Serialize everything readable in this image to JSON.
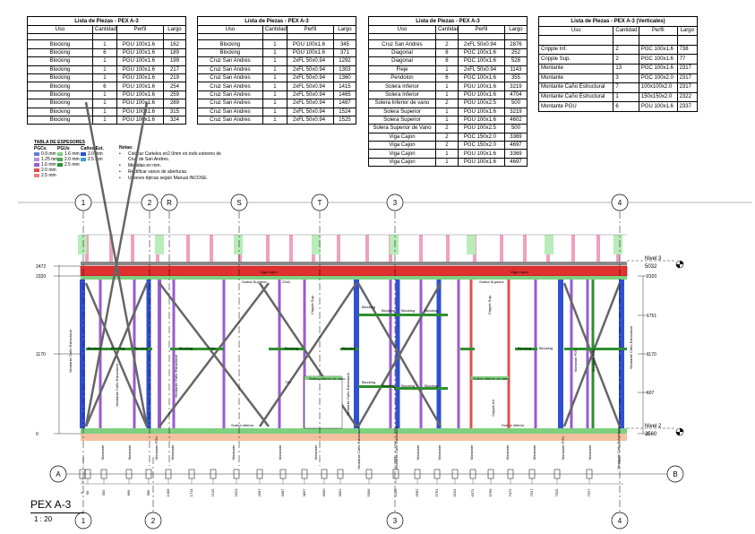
{
  "tables": [
    {
      "title": "Lista de Piezas - PEX A-3",
      "headers": [
        "Uso",
        "Cantidad",
        "Perfil",
        "Largo"
      ],
      "rows": [
        [
          "Blocking",
          "1",
          "PGU 100x1.6",
          "162"
        ],
        [
          "Blocking",
          "6",
          "PGU 100x1.6",
          "189"
        ],
        [
          "Blocking",
          "1",
          "PGU 100x1.6",
          "199"
        ],
        [
          "Blocking",
          "1",
          "PGU 100x1.6",
          "217"
        ],
        [
          "Blocking",
          "1",
          "PGU 100x1.6",
          "219"
        ],
        [
          "Blocking",
          "6",
          "PGU 100x1.6",
          "254"
        ],
        [
          "Blocking",
          "1",
          "PGU 100x1.6",
          "259"
        ],
        [
          "Blocking",
          "1",
          "PGU 100x1.6",
          "289"
        ],
        [
          "Blocking",
          "1",
          "PGU 100x1.6",
          "315"
        ],
        [
          "Blocking",
          "1",
          "PGU 100x1.6",
          "324"
        ]
      ]
    },
    {
      "title": "Lista de Piezas - PEX A-3",
      "headers": [
        "Uso",
        "Cantidad",
        "Perfil",
        "Largo"
      ],
      "rows": [
        [
          "Blocking",
          "1",
          "PGU 100x1.6",
          "345"
        ],
        [
          "Blocking",
          "1",
          "PGU 100x1.6",
          "371"
        ],
        [
          "Cruz San Andres",
          "1",
          "2xFL 50x0.94",
          "1292"
        ],
        [
          "Cruz San Andres",
          "1",
          "2xFL 50x0.94",
          "1303"
        ],
        [
          "Cruz San Andres",
          "1",
          "2xFL 50x0.94",
          "1360"
        ],
        [
          "Cruz San Andres",
          "1",
          "2xFL 50x0.94",
          "1415"
        ],
        [
          "Cruz San Andres",
          "1",
          "2xFL 50x0.94",
          "1465"
        ],
        [
          "Cruz San Andres",
          "1",
          "2xFL 50x0.94",
          "1487"
        ],
        [
          "Cruz San Andres",
          "1",
          "2xFL 50x0.94",
          "1524"
        ],
        [
          "Cruz San Andres",
          "1",
          "2xFL 50x0.94",
          "1525"
        ]
      ]
    },
    {
      "title": "Lista de Piezas - PEX A-3",
      "headers": [
        "Uso",
        "Cantidad",
        "Perfil",
        "Largo"
      ],
      "rows": [
        [
          "Cruz San Andres",
          "2",
          "2xFL 50x0.94",
          "2876"
        ],
        [
          "Diagonal",
          "8",
          "PGC 100x1.6",
          "252"
        ],
        [
          "Diagonal",
          "8",
          "PGC 100x1.6",
          "528"
        ],
        [
          "Fleje",
          "1",
          "2xFL 50x0.94",
          "1143"
        ],
        [
          "Pendolon",
          "6",
          "PGC 100x1.6",
          "355"
        ],
        [
          "Solera Inferior",
          "1",
          "PGU 100x1.6",
          "3219"
        ],
        [
          "Solera Inferior",
          "1",
          "PGU 100x1.6",
          "4704"
        ],
        [
          "Solera Inferior de vano",
          "2",
          "PGU 100x2.5",
          "500"
        ],
        [
          "Solera Superior",
          "1",
          "PGU 100x1.6",
          "3219"
        ],
        [
          "Solera Superior",
          "1",
          "PGU 100x1.6",
          "4602"
        ],
        [
          "Solera Superior de Vano",
          "2",
          "PGU 100x2.5",
          "500"
        ],
        [
          "Viga Cajon",
          "2",
          "PGC 150x2.0",
          "3369"
        ],
        [
          "Viga Cajon",
          "2",
          "PGC 150x2.0",
          "4697"
        ],
        [
          "Viga Cajon",
          "1",
          "PGU 100x1.6",
          "3369"
        ],
        [
          "Viga Cajon",
          "1",
          "PGU 100x1.6",
          "4697"
        ]
      ]
    },
    {
      "title": "Lista de Piezas - PEX A-3 (Verticales)",
      "headers": [
        "Uso",
        "Cantidad",
        "Perfil",
        "Largo"
      ],
      "rows": [
        [
          "Cripple Inf.",
          "2",
          "PGC 100x1.6",
          "738"
        ],
        [
          "Cripple Sup.",
          "2",
          "PGC 100x1.6",
          "77"
        ],
        [
          "Montante",
          "13",
          "PGC 100x1.6",
          "2317"
        ],
        [
          "Montante",
          "3",
          "PGC 100x2.0",
          "2317"
        ],
        [
          "Montante Caño Estructural",
          "7",
          "100x100x2.0",
          "2317"
        ],
        [
          "Montante Caño Estructural",
          "1",
          "150x150x2.0",
          "2322"
        ],
        [
          "Montante PGU",
          "6",
          "PGU 100x1.6",
          "2337"
        ]
      ]
    }
  ],
  "legend": {
    "title": "TABLA DE ESPESORES",
    "groups": [
      {
        "label": "PGCs",
        "items": [
          {
            "text": "0.9 mm",
            "color": "#5b7fe0"
          },
          {
            "text": "1.25 mm",
            "color": "#b58fd8"
          },
          {
            "text": "1.6 mm",
            "color": "#9a5bd0"
          },
          {
            "text": "2.0 mm",
            "color": "#e05050"
          },
          {
            "text": "2.5 mm",
            "color": "#f08080"
          }
        ]
      },
      {
        "label": "PGUs",
        "items": [
          {
            "text": "1.6 mm",
            "color": "#7fd07f"
          },
          {
            "text": "2.0 mm",
            "color": "#4caa4c"
          },
          {
            "text": "2.5 mm",
            "color": "#2f8f2f"
          }
        ]
      },
      {
        "label": "Caños Est.",
        "items": [
          {
            "text": "2.0 mm",
            "color": "#3050d0"
          },
          {
            "text": "2.5 mm",
            "color": "#40a0c0"
          }
        ]
      }
    ],
    "notes_title": "Notas:",
    "notes": [
      "Colocar Carteles en2.0mm en todo extremo de Cruz de San Andres.",
      "Medidas en mm.",
      "Rectificar vanos de aberturas.",
      "Uniones típicas según Manual INCOSE."
    ]
  },
  "drawing": {
    "grid_top": [
      "1",
      "2",
      "R",
      "S",
      "T",
      "3",
      "4"
    ],
    "grid_bottom": [
      "1",
      "2",
      "3",
      "4"
    ],
    "section_left": "A",
    "section_right": "B",
    "levels": [
      {
        "name": "Nivel 3",
        "value": "5032"
      },
      {
        "name": "Nivel 2",
        "value": "2560"
      }
    ],
    "left_dims": [
      "2472",
      "2320",
      "1170",
      "0"
    ],
    "right_dims": [
      "2320",
      "1751",
      "1170",
      "607",
      "0"
    ],
    "bottom_dims": [
      "0",
      "90",
      "350",
      "669",
      "985",
      "1309",
      "1724",
      "2129",
      "2523",
      "2967",
      "3387",
      "3837",
      "4090",
      "4652",
      "5006",
      "5225",
      "5562",
      "5791",
      "6101",
      "6371",
      "6799",
      "7072",
      "7527",
      "7925",
      "7927"
    ],
    "labels": {
      "viga_cajon": "Viga Cajon",
      "solera_superior": "Solera Superior",
      "solera_inferior": "Solera Inferior",
      "solera_inf_vano": "Solera Inferior de vano",
      "blocking": "Blocking",
      "fleje": "Fleje",
      "cripple_sup": "Cripple Sup.",
      "cripple_inf": "Cripple Inf.",
      "montante": "Montante",
      "montante_pgu": "Montante PGU",
      "montante_cano": "Montante Caño Estructural",
      "cruz": "Cruz San Andres",
      "diagonal": "Diagonal",
      "pendolon": "Pendolon",
      "dim_2340": "2340",
      "dim_740": "740"
    }
  },
  "title": "PEX A-3",
  "scale": "1 : 20",
  "colors": {
    "stud_purple": "#9a5bd0",
    "stud_blue": "#3050d0",
    "stud_red": "#e05050",
    "track_green": "#7fd07f",
    "beam_red": "#e03030",
    "pink": "#f0a0c0",
    "salmon": "#f4c0a0"
  }
}
